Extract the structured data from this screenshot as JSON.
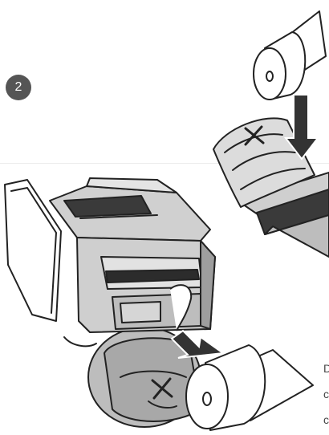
{
  "step": {
    "number": "2"
  },
  "clipped_text": {
    "line1": "D",
    "line2": "c",
    "line3": "c"
  },
  "colors": {
    "badge": "#555555",
    "outline": "#222222",
    "body": "#cfcfcf",
    "shade": "#a8a8a8",
    "dark": "#3a3a3a",
    "paper": "#ffffff"
  },
  "icons": {
    "paper-roll": "paper-roll-icon",
    "insert-arrow": "arrow-icon",
    "flap-cross": "cross-icon"
  }
}
